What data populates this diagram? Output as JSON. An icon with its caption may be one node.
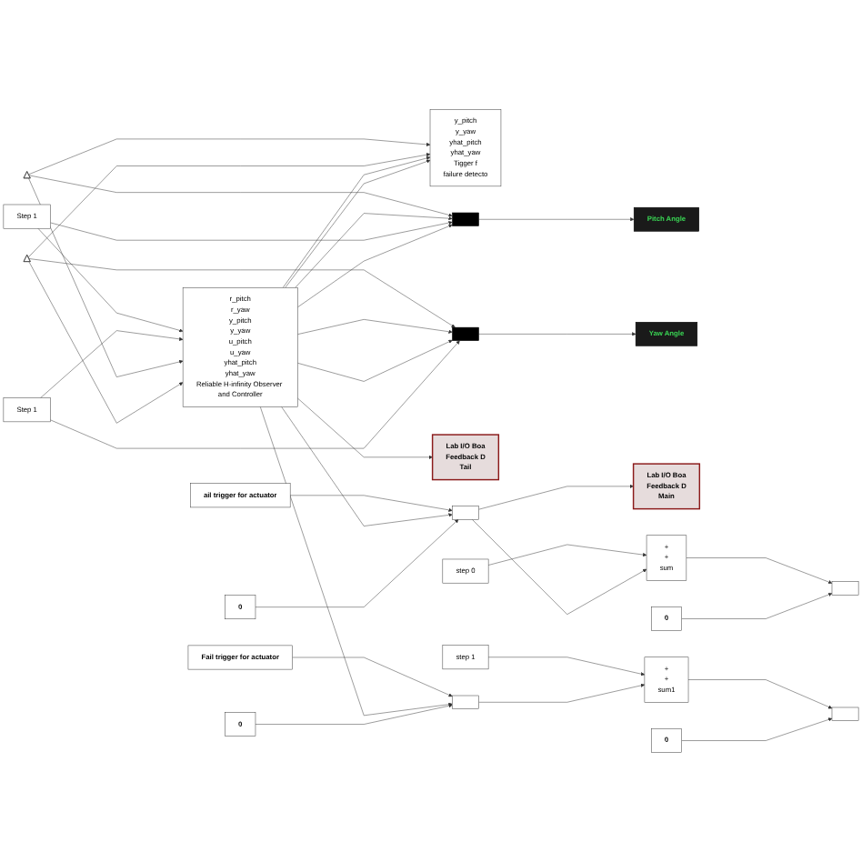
{
  "diagram": {
    "nodes": [
      {
        "text": [
          "Step 1"
        ]
      },
      {
        "text": [
          "Step 1"
        ]
      },
      {
        "text": [],
        "shape": "triangle"
      },
      {
        "text": [],
        "shape": "triangle"
      },
      {
        "text": [
          "r_pitch",
          "r_yaw",
          "y_pitch",
          "y_yaw",
          "u_pitch",
          "u_yaw",
          "yhat_pitch",
          "yhat_yaw",
          "Reliable H-infinity Observer and Controller"
        ]
      },
      {
        "text": [
          "ail trigger for actuator"
        ]
      },
      {
        "text": [
          "Fail trigger for actuator"
        ]
      },
      {
        "text": [],
        "shape": "box"
      },
      {
        "text": [
          "0"
        ]
      },
      {
        "text": [],
        "shape": "box"
      },
      {
        "text": [
          "0"
        ]
      },
      {
        "text": [
          "step 0"
        ]
      },
      {
        "text": [
          "+",
          "+",
          "sum"
        ]
      },
      {
        "text": [
          "0"
        ]
      },
      {
        "text": [],
        "shape": "box"
      },
      {
        "text": [
          "step 1"
        ]
      },
      {
        "text": [
          "+",
          "+",
          "sum1"
        ]
      },
      {
        "text": [
          "0"
        ]
      },
      {
        "text": [],
        "shape": "box"
      },
      {
        "text": [
          "Lab I/O Boa",
          "Feedback D",
          "Main"
        ]
      },
      {
        "text": [
          "Lab I/O Boa",
          "Feedback D",
          "Tail"
        ]
      },
      {
        "text": [
          "y_pitch",
          "y_yaw",
          "yhat_pitch",
          "yhat_yaw",
          "Tigger f",
          "failure detecto"
        ]
      },
      {
        "text": [],
        "shape": "bar"
      },
      {
        "text": [
          "Pitch Angle"
        ]
      },
      {
        "text": [],
        "shape": "bar"
      },
      {
        "text": [
          "Yaw Angle"
        ]
      }
    ],
    "edges": [
      {
        "from": 0,
        "to": 4,
        "arrow": "to"
      },
      {
        "from": 1,
        "to": 4,
        "arrow": "to"
      },
      {
        "from": 2,
        "to": 4,
        "arrow": "to"
      },
      {
        "from": 3,
        "to": 4,
        "arrow": "to"
      },
      {
        "from": 5,
        "to": 7,
        "arrow": "to"
      },
      {
        "from": 4,
        "to": 7,
        "arrow": "to"
      },
      {
        "from": 8,
        "to": 7,
        "arrow": "to"
      },
      {
        "from": 7,
        "to": 19,
        "arrow": "to"
      },
      {
        "from": 6,
        "to": 9,
        "arrow": "to"
      },
      {
        "from": 4,
        "to": 9,
        "arrow": "to"
      },
      {
        "from": 10,
        "to": 9,
        "arrow": "to"
      },
      {
        "from": 4,
        "to": 20,
        "arrow": "to"
      },
      {
        "from": 11,
        "to": 12,
        "arrow": "to"
      },
      {
        "from": 7,
        "to": 12,
        "arrow": "to"
      },
      {
        "from": 12,
        "to": 14,
        "arrow": "to"
      },
      {
        "from": 13,
        "to": 14,
        "arrow": "to"
      },
      {
        "from": 15,
        "to": 16,
        "arrow": "to"
      },
      {
        "from": 9,
        "to": 16,
        "arrow": "to"
      },
      {
        "from": 16,
        "to": 18,
        "arrow": "to"
      },
      {
        "from": 17,
        "to": 18,
        "arrow": "to"
      },
      {
        "from": 2,
        "to": 21,
        "arrow": "to"
      },
      {
        "from": 3,
        "to": 21,
        "arrow": "to"
      },
      {
        "from": 4,
        "to": 21,
        "arrow": "to"
      },
      {
        "from": 4,
        "to": 21,
        "arrow": "to"
      },
      {
        "from": 2,
        "to": 22,
        "arrow": "to"
      },
      {
        "from": 4,
        "to": 22,
        "arrow": "to"
      },
      {
        "from": 0,
        "to": 22,
        "arrow": "to"
      },
      {
        "from": 4,
        "to": 22,
        "arrow": "to"
      },
      {
        "from": 3,
        "to": 24,
        "arrow": "to"
      },
      {
        "from": 4,
        "to": 24,
        "arrow": "to"
      },
      {
        "from": 4,
        "to": 24,
        "arrow": "to"
      },
      {
        "from": 1,
        "to": 24,
        "arrow": "to"
      },
      {
        "from": 22,
        "to": 23,
        "arrow": "to"
      },
      {
        "from": 24,
        "to": 25,
        "arrow": "to"
      }
    ]
  }
}
